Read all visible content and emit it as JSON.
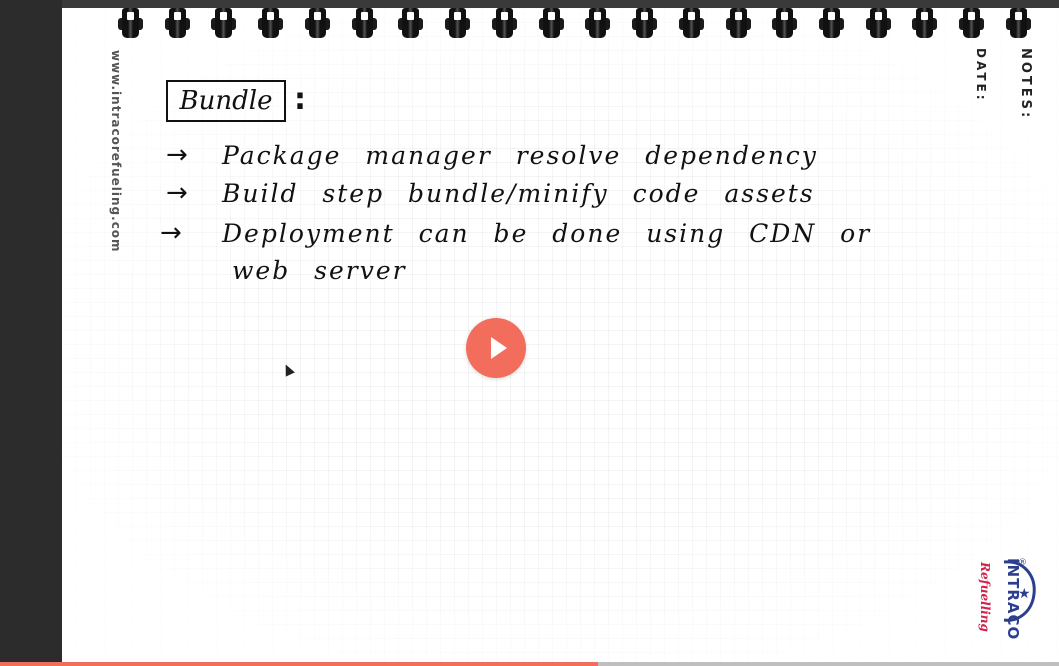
{
  "notebook": {
    "side_url": "www.intracorefueling.com",
    "notes_label": "NOTES:",
    "date_label": "DATE:"
  },
  "content": {
    "title": "Bundle",
    "title_colon": ":",
    "arrow": "→",
    "lines": [
      "Package manager resolve dependency",
      "Build step bundle/minify code assets",
      "Deployment can be done using CDN or",
      "web server"
    ]
  },
  "logo": {
    "name": "INTRACO",
    "subtitle": "Refuelling",
    "registered": "®",
    "star": "★"
  },
  "player": {
    "progress_fraction": 0.565
  },
  "colors": {
    "play_button": "#f26d5b",
    "progress": "#f26d5b",
    "logo_blue": "#2b3f8e",
    "logo_red": "#d0214a"
  }
}
